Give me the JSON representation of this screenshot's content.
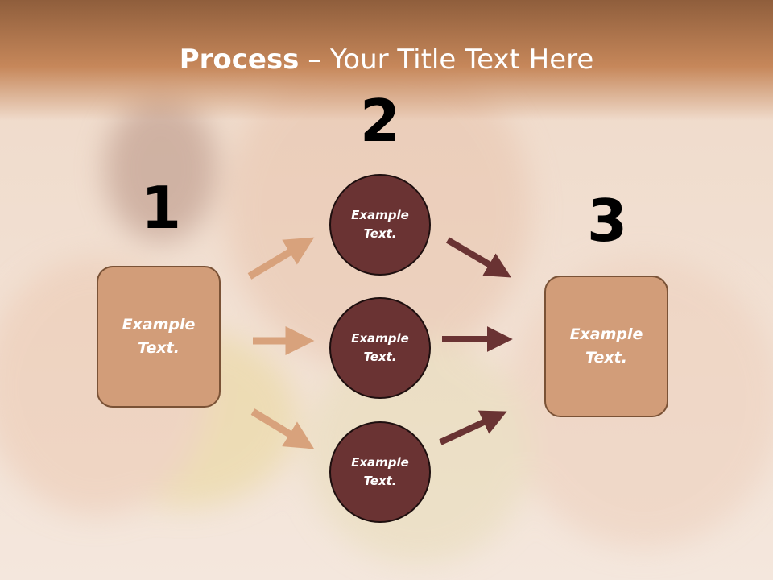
{
  "title": {
    "bold": "Process",
    "rest": " – Your Title Text Here"
  },
  "steps": {
    "one": {
      "number": "1",
      "text": "Example Text."
    },
    "two": {
      "number": "2"
    },
    "three": {
      "number": "3",
      "text": "Example Text."
    }
  },
  "circles": [
    {
      "text": "Example Text."
    },
    {
      "text": "Example Text."
    },
    {
      "text": "Example Text."
    }
  ],
  "colors": {
    "box_fill": "#d29d79",
    "circle_fill": "#6a3333",
    "arrow_light": "#d8a27c",
    "arrow_dark": "#6a3333"
  }
}
